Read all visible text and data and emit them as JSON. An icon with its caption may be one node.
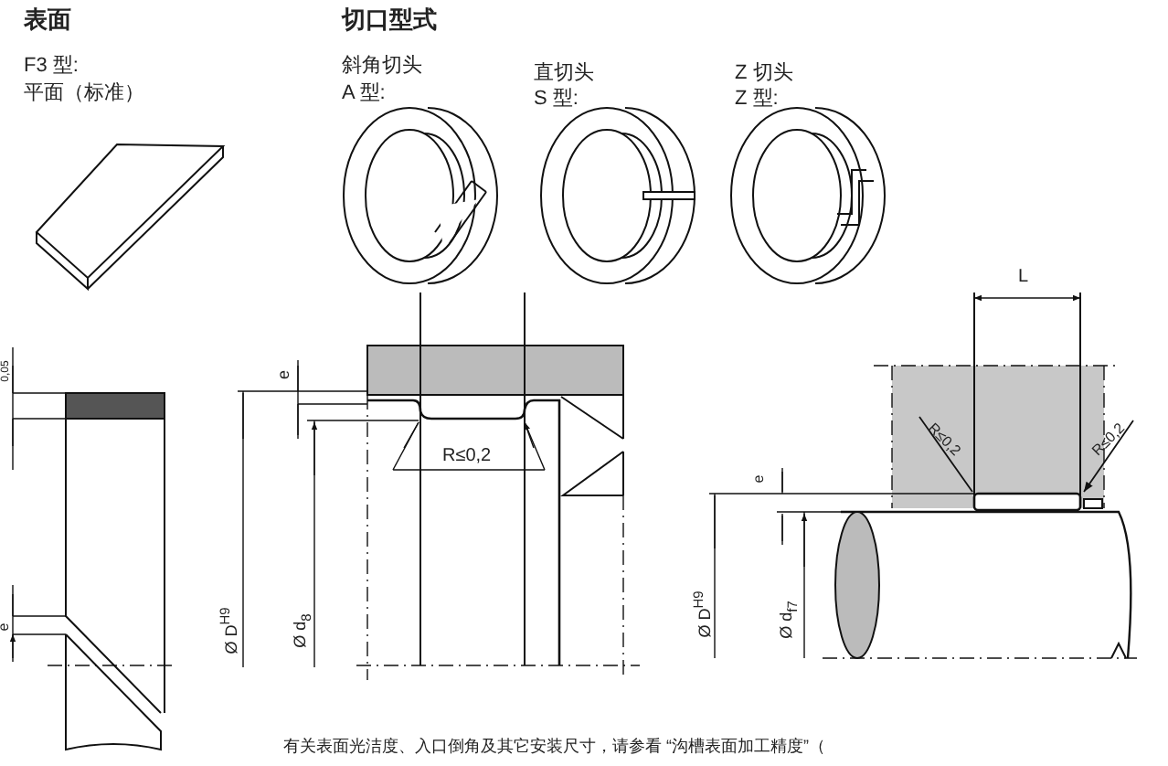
{
  "diagram": {
    "labels": [
      "表面",
      "F3 型:",
      "平面（标准）",
      "切口型式",
      "斜角切头",
      "A 型:",
      "直切头",
      "S 型:",
      "Z 切头",
      "Z 型:",
      "0,05",
      "e",
      "e",
      "R≤0,2",
      "Ø D$^{H9}$",
      "Ø d$_{8}$",
      "L",
      "R≤0,2",
      "R≤0,2",
      "e",
      "Ø D$^{H9}$",
      "Ø d$_{f7}$",
      "有关表面光洁度、入口倒角及其它安装尺寸，请参看 “沟槽表面加工精度”（"
    ]
  }
}
